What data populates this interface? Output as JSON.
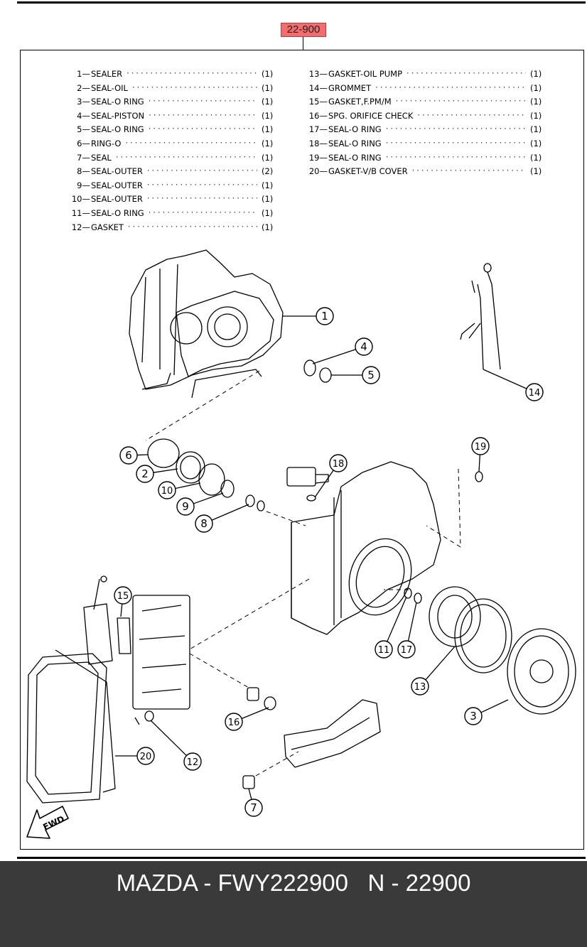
{
  "ref_tag": "22-900",
  "parts_left": [
    {
      "num": "1",
      "name": "SEALER",
      "qty": "(1)"
    },
    {
      "num": "2",
      "name": "SEAL-OIL",
      "qty": "(1)"
    },
    {
      "num": "3",
      "name": "SEAL-O RING",
      "qty": "(1)"
    },
    {
      "num": "4",
      "name": "SEAL-PISTON",
      "qty": "(1)"
    },
    {
      "num": "5",
      "name": "SEAL-O RING",
      "qty": "(1)"
    },
    {
      "num": "6",
      "name": "RING-O",
      "qty": "(1)"
    },
    {
      "num": "7",
      "name": "SEAL",
      "qty": "(1)"
    },
    {
      "num": "8",
      "name": "SEAL-OUTER",
      "qty": "(2)"
    },
    {
      "num": "9",
      "name": "SEAL-OUTER",
      "qty": "(1)"
    },
    {
      "num": "10",
      "name": "SEAL-OUTER",
      "qty": "(1)"
    },
    {
      "num": "11",
      "name": "SEAL-O RING",
      "qty": "(1)"
    },
    {
      "num": "12",
      "name": "GASKET",
      "qty": "(1)"
    }
  ],
  "parts_right": [
    {
      "num": "13",
      "name": "GASKET-OIL PUMP",
      "qty": "(1)"
    },
    {
      "num": "14",
      "name": "GROMMET",
      "qty": "(1)"
    },
    {
      "num": "15",
      "name": "GASKET,F.PM/M",
      "qty": "(1)"
    },
    {
      "num": "16",
      "name": "SPG. ORIFICE CHECK",
      "qty": "(1)"
    },
    {
      "num": "17",
      "name": "SEAL-O RING",
      "qty": "(1)"
    },
    {
      "num": "18",
      "name": "SEAL-O RING",
      "qty": "(1)"
    },
    {
      "num": "19",
      "name": "SEAL-O RING",
      "qty": "(1)"
    },
    {
      "num": "20",
      "name": "GASKET-V/B COVER",
      "qty": "(1)"
    }
  ],
  "callouts": [
    "1",
    "2",
    "3",
    "4",
    "5",
    "6",
    "7",
    "8",
    "9",
    "10",
    "11",
    "12",
    "13",
    "14",
    "15",
    "16",
    "17",
    "18",
    "19",
    "20"
  ],
  "fwd_label": "FWD",
  "footer": {
    "brand": "MAZDA",
    "part_number": "FWY222900",
    "ref": "N - 22900"
  },
  "footer_text": "MAZDA - FWY222900   N - 22900"
}
